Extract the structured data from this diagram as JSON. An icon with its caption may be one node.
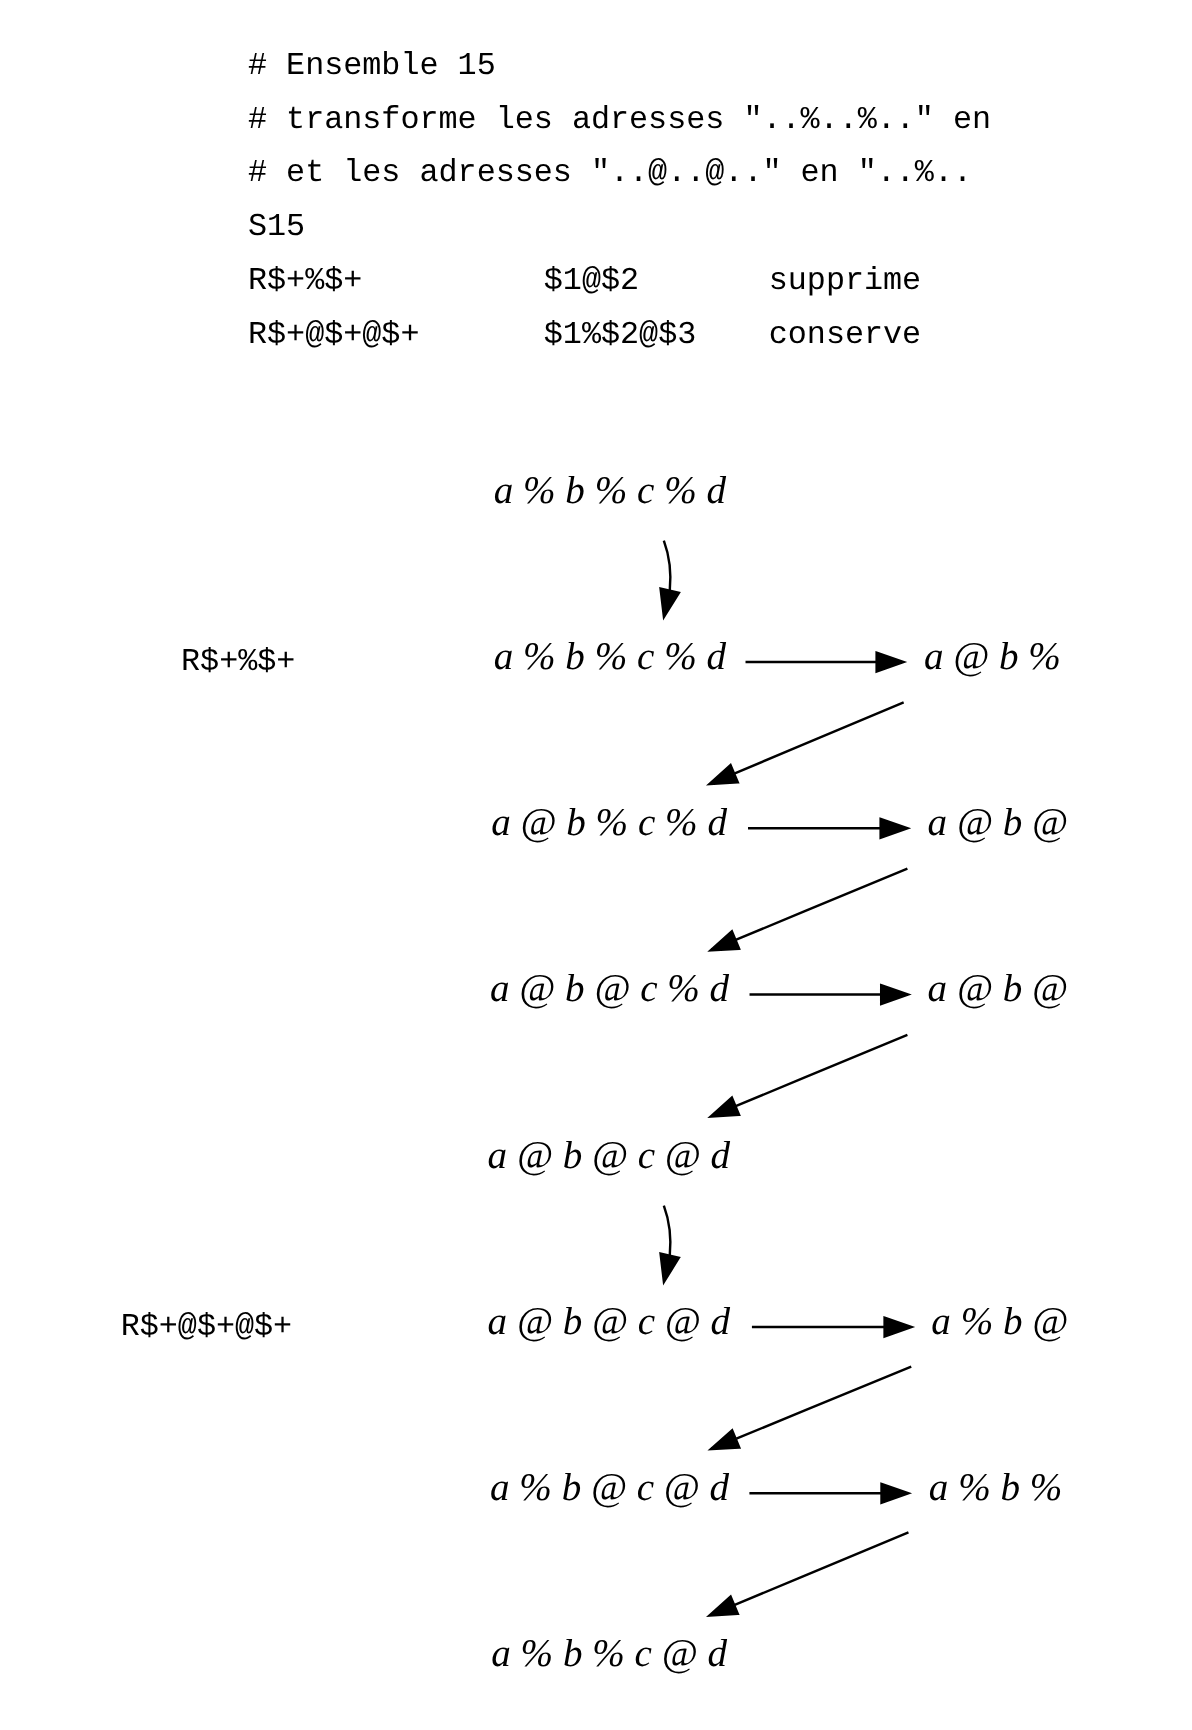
{
  "diagram": {
    "nodes": [
      {
        "text": [
          "a % b % c % d"
        ]
      },
      {
        "text": [
          "a % b % c % d"
        ]
      },
      {
        "text": [
          "a @ b %"
        ]
      },
      {
        "text": [
          "a @ b % c % d"
        ]
      },
      {
        "text": [
          "a @ b @"
        ]
      },
      {
        "text": [
          "a @ b @ c % d"
        ]
      },
      {
        "text": [
          "a @ b @"
        ]
      },
      {
        "text": [
          "a @ b @ c @ d"
        ]
      },
      {
        "text": [
          "a @ b @ c @ d"
        ]
      },
      {
        "text": [
          "a % b @"
        ]
      },
      {
        "text": [
          "a % b @ c @ d"
        ]
      },
      {
        "text": [
          "a % b %"
        ]
      },
      {
        "text": [
          "a % b % c @ d"
        ]
      }
    ],
    "edges": [
      {
        "from": 0,
        "to": 1,
        "arrow": "to"
      },
      {
        "from": 1,
        "to": 2,
        "arrow": "to"
      },
      {
        "from": 2,
        "to": 3,
        "arrow": "to"
      },
      {
        "from": 3,
        "to": 4,
        "arrow": "to"
      },
      {
        "from": 4,
        "to": 5,
        "arrow": "to"
      },
      {
        "from": 5,
        "to": 6,
        "arrow": "to"
      },
      {
        "from": 6,
        "to": 7,
        "arrow": "to"
      },
      {
        "from": 7,
        "to": 8,
        "arrow": "to"
      },
      {
        "from": 8,
        "to": 9,
        "arrow": "to"
      },
      {
        "from": 9,
        "to": 10,
        "arrow": "to"
      },
      {
        "from": 10,
        "to": 11,
        "arrow": "to"
      },
      {
        "from": 11,
        "to": 12,
        "arrow": "to"
      }
    ],
    "labels": [
      "# Ensemble 15",
      "# transforme les adresses \"..%..%..\" en",
      "# et les adresses \"..@..@..\" en \"..%..",
      "S15",
      "R$+%$+",
      "$1@$2",
      "supprime",
      "R$+@$+@$+",
      "$1%$2@$3",
      "conserve",
      "R$+%$+",
      "R$+@$+@$+"
    ]
  }
}
